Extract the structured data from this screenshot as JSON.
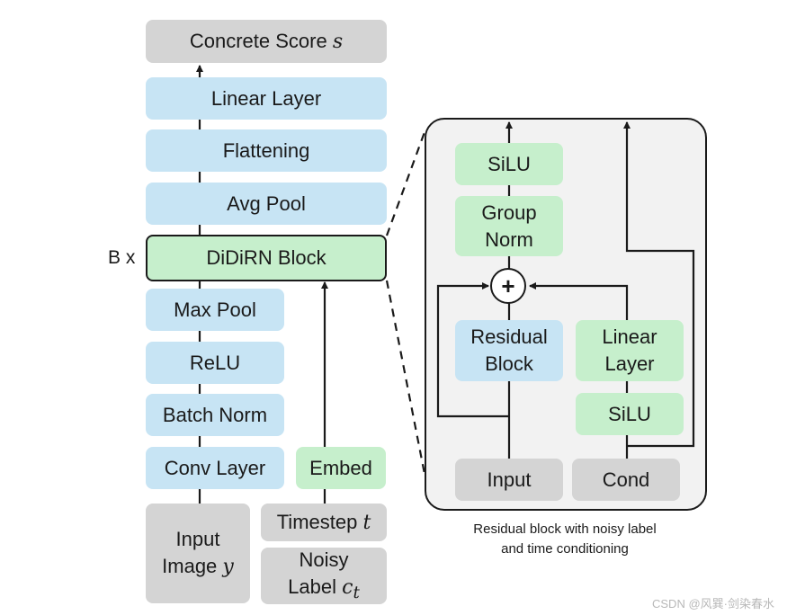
{
  "main_stack": {
    "concrete_score": "Concrete Score",
    "concrete_score_symbol": "s",
    "linear_layer": "Linear Layer",
    "flattening": "Flattening",
    "avg_pool": "Avg Pool",
    "repeat_label": "B x",
    "didirn_block": "DiDiRN Block",
    "max_pool": "Max Pool",
    "relu": "ReLU",
    "batch_norm": "Batch Norm",
    "conv_layer": "Conv Layer",
    "embed": "Embed",
    "input_image": "Input\nImage",
    "input_image_symbol": "y",
    "timestep": "Timestep",
    "timestep_symbol": "t",
    "noisy_label": "Noisy\nLabel",
    "noisy_label_symbol": "c",
    "noisy_label_subscript": "t"
  },
  "residual_block": {
    "silu_top": "SiLU",
    "group_norm": "Group\nNorm",
    "plus_symbol": "+",
    "residual_block": "Residual\nBlock",
    "linear_layer": "Linear\nLayer",
    "silu_bottom": "SiLU",
    "input": "Input",
    "cond": "Cond"
  },
  "caption": "Residual block with noisy label\nand time conditioning",
  "watermark": "CSDN @风巽·剑染春水",
  "colors": {
    "blue_box": "#c7e4f4",
    "green_box": "#c6efcc",
    "gray_box": "#d4d4d4",
    "panel_bg": "#f2f2f2",
    "line": "#1a1a1a"
  }
}
